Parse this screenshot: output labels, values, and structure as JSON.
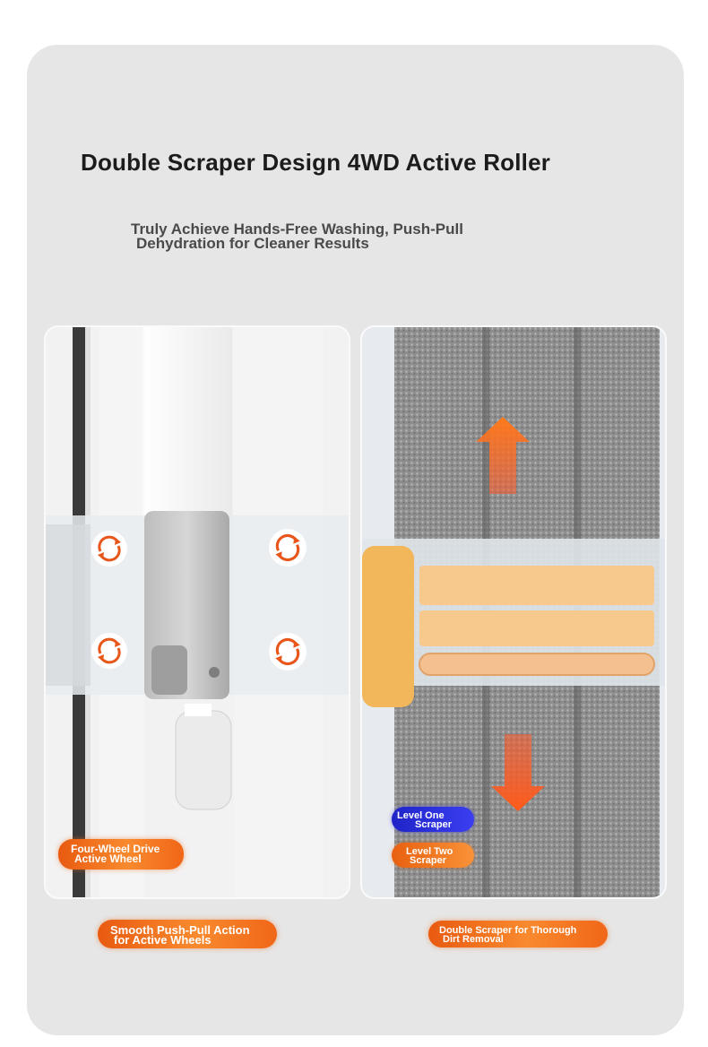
{
  "header": {
    "title": "Double Scraper Design 4WD Active Roller",
    "subtitle_line1": "Truly Achieve Hands-Free Washing, Push-Pull",
    "subtitle_line2": "Dehydration for Cleaner Results"
  },
  "left_panel": {
    "wheel_label_line1": "Four-Wheel Drive",
    "wheel_label_line2": "Active Wheel"
  },
  "right_panel": {
    "level_one_line1": "Level One",
    "level_one_line2": "Scraper",
    "level_two_line1": "Level Two",
    "level_two_line2": "Scraper"
  },
  "captions": {
    "left_line1": "Smooth Push-Pull Action",
    "left_line2": "for Active Wheels",
    "right_line1": "Double Scraper for Thorough",
    "right_line2": "Dirt Removal"
  },
  "colors": {
    "accent_orange": "#f07a22",
    "accent_blue": "#2a2fe0",
    "scraper_yellow": "#f5c87a",
    "mop_gray": "#8c8c8c"
  },
  "icons": [
    "rotation-arrows-icon",
    "arrow-up-icon",
    "arrow-down-icon"
  ]
}
